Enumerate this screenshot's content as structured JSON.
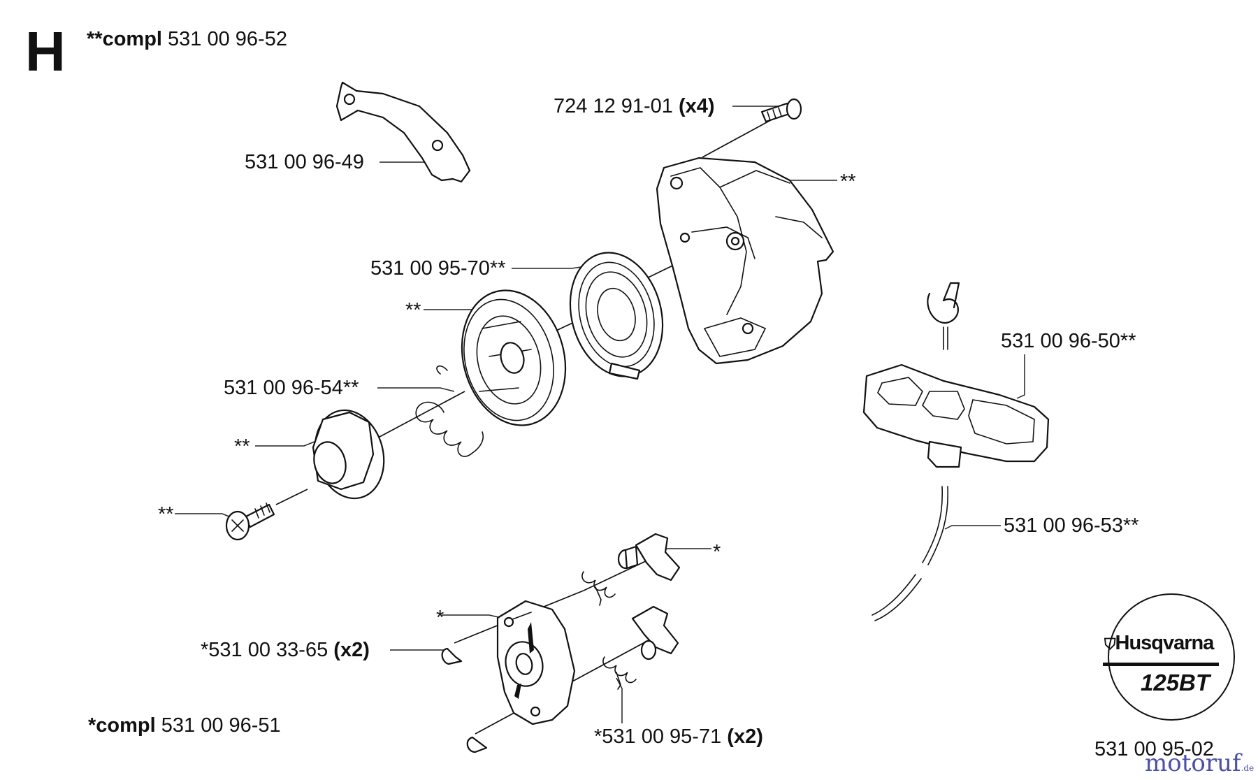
{
  "section": "H",
  "assemblies": {
    "main": {
      "prefix": "**compl",
      "number": "531 00 96-52"
    },
    "pawls": {
      "prefix": "*compl",
      "number": "531 00 96-51"
    }
  },
  "labels": [
    {
      "text": "531 00 96-49",
      "qty": ""
    },
    {
      "text": "724 12 91-01",
      "qty": "(x4)"
    },
    {
      "text": "**",
      "qty": ""
    },
    {
      "text": "531 00 95-70**",
      "qty": ""
    },
    {
      "text": "**",
      "qty": ""
    },
    {
      "text": "531 00 96-54**",
      "qty": ""
    },
    {
      "text": "**",
      "qty": ""
    },
    {
      "text": "**",
      "qty": ""
    },
    {
      "text": "531 00 96-50**",
      "qty": ""
    },
    {
      "text": "531 00 96-53**",
      "qty": ""
    },
    {
      "text": "*",
      "qty": ""
    },
    {
      "text": "*",
      "qty": ""
    },
    {
      "text": "*531 00 33-65",
      "qty": "(x2)"
    },
    {
      "text": "*531 00 95-71",
      "qty": "(x2)"
    },
    {
      "text": "531 00 95-02",
      "qty": ""
    }
  ],
  "badge": {
    "brand": "Husqvarna",
    "model": "125BT"
  },
  "watermark": {
    "text": "motoruf",
    "suffix": ".de",
    "color": "#4a4fa8"
  }
}
